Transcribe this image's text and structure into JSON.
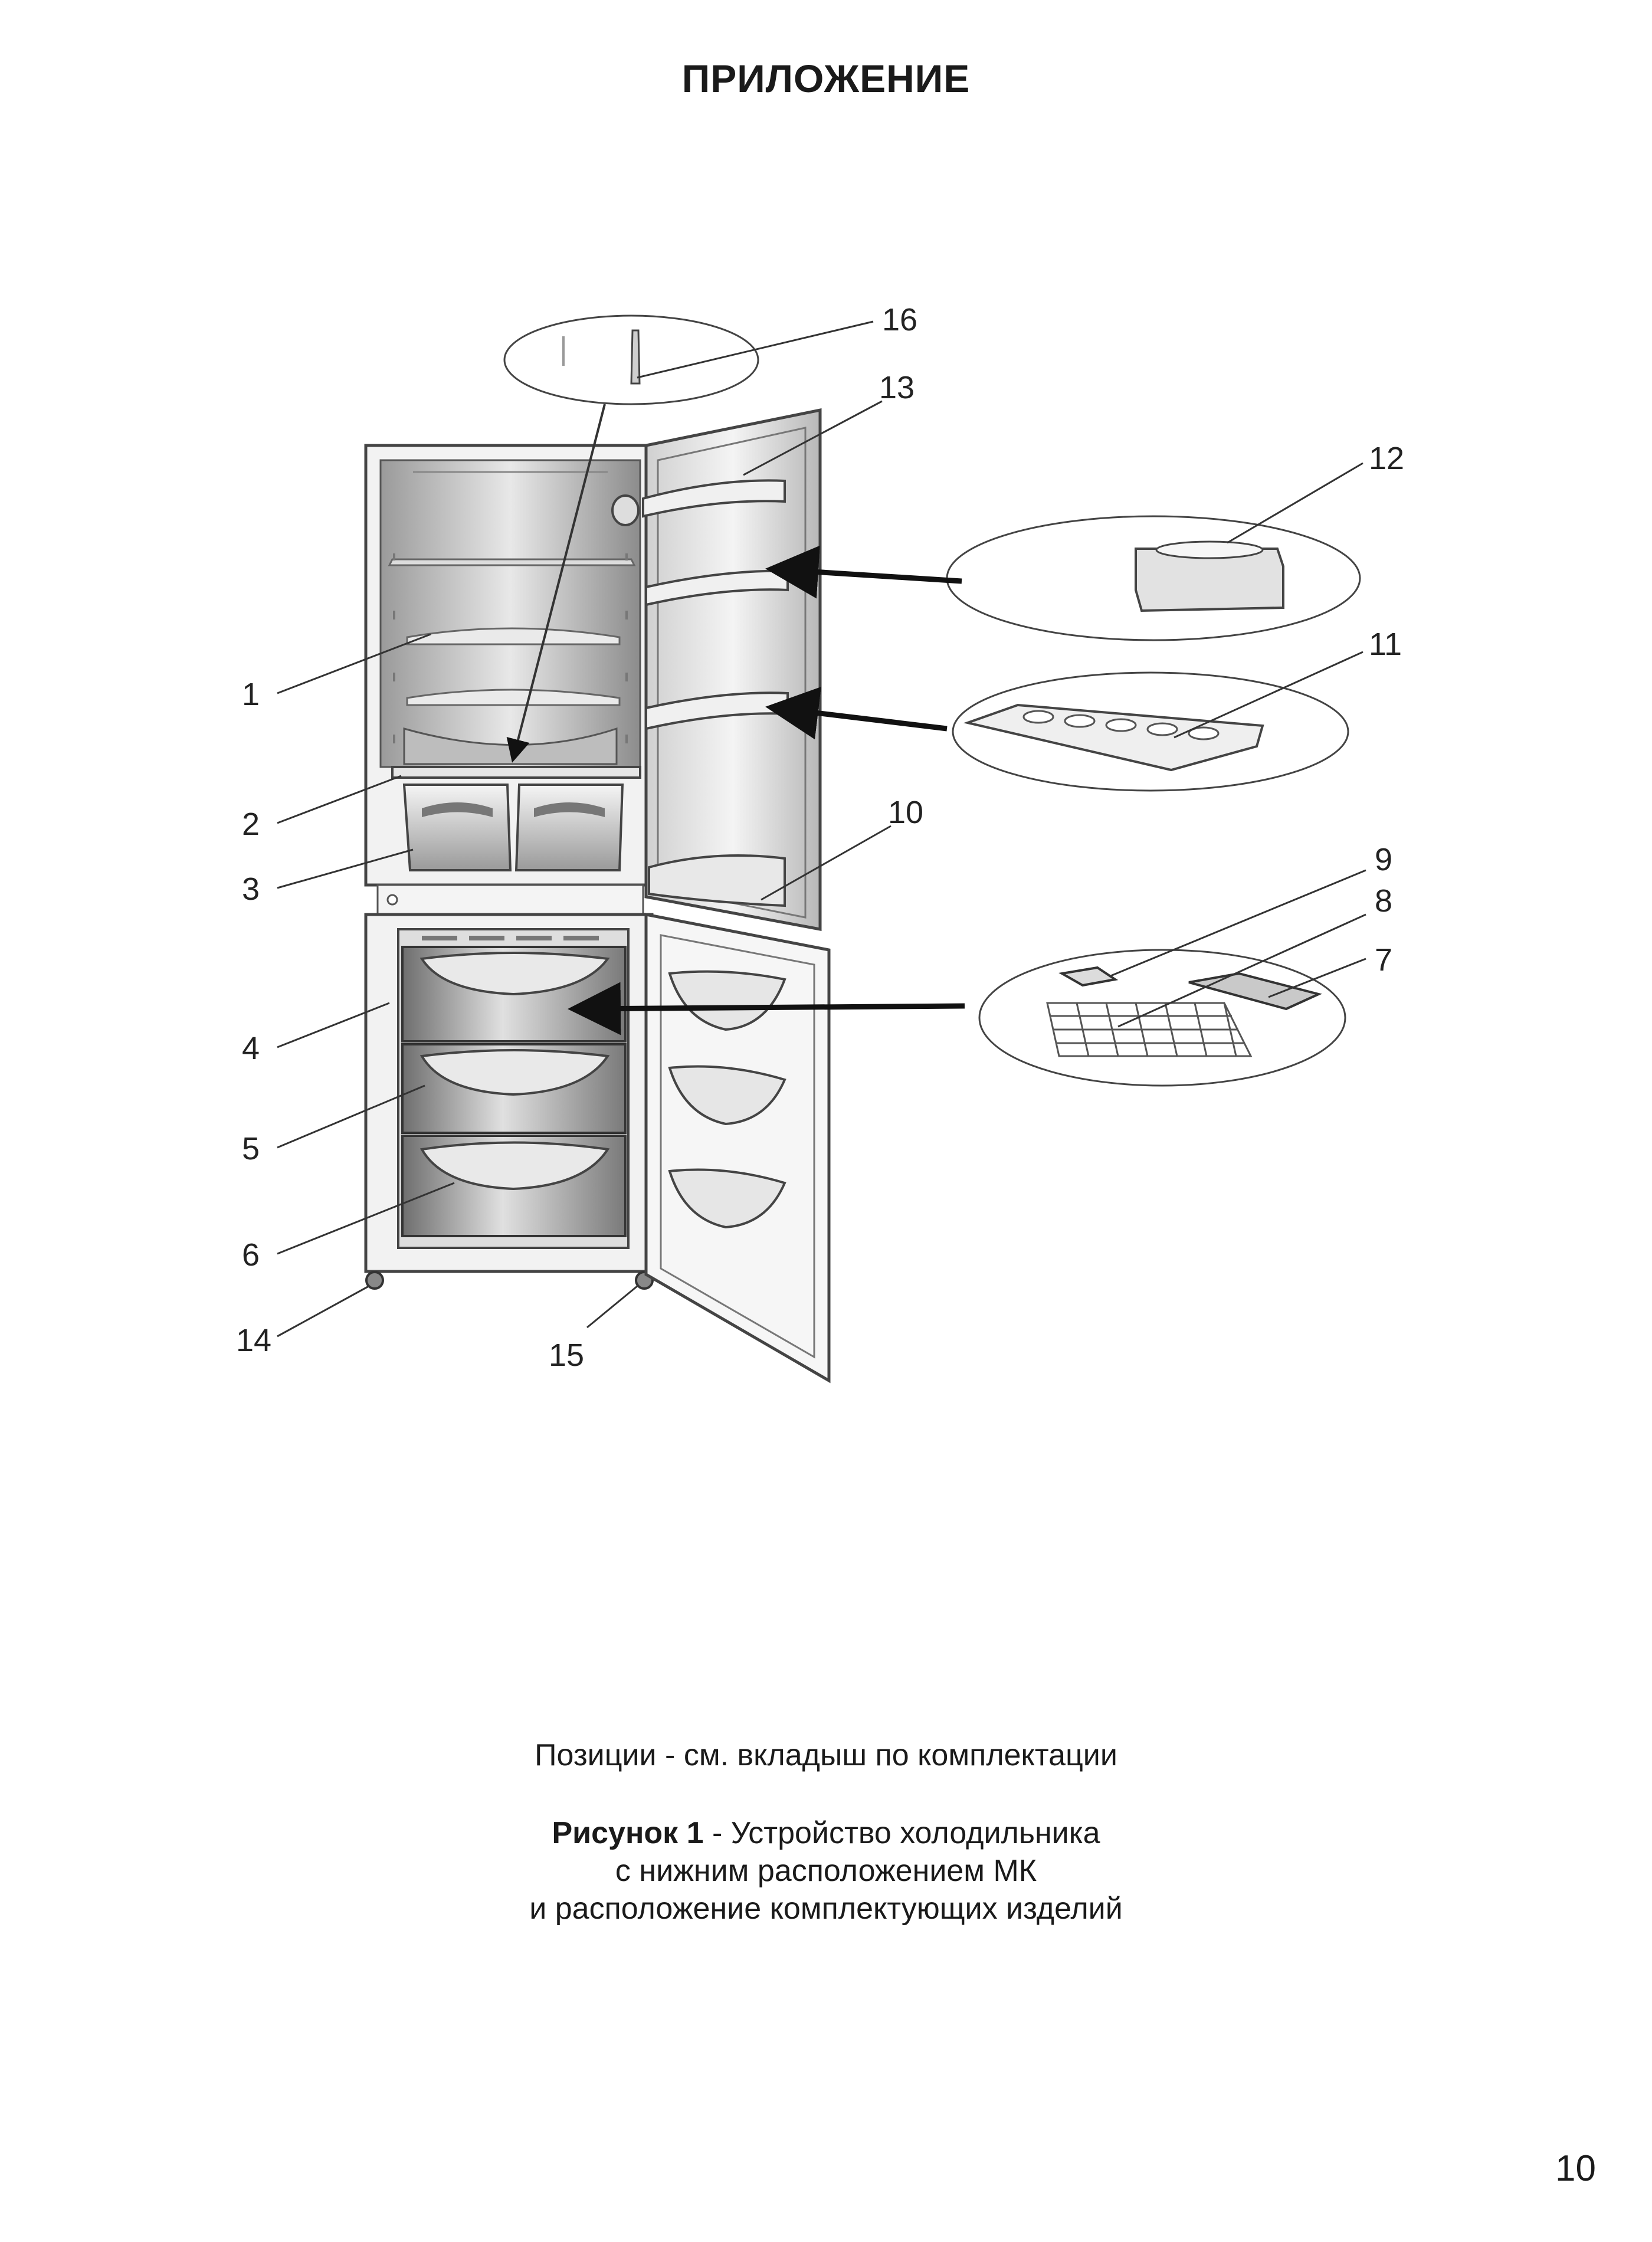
{
  "header": {
    "title": "ПРИЛОЖЕНИЕ"
  },
  "figure": {
    "callouts": [
      "1",
      "2",
      "3",
      "4",
      "5",
      "6",
      "7",
      "8",
      "9",
      "10",
      "11",
      "12",
      "13",
      "14",
      "15",
      "16"
    ]
  },
  "note": "Позиции - см. вкладыш по комплектации",
  "caption": {
    "label": "Рисунок 1",
    "text": " - Устройство холодильника",
    "line2": "с нижним расположением МК",
    "line3": "и расположение комплектующих изделий"
  },
  "page_number": "10"
}
